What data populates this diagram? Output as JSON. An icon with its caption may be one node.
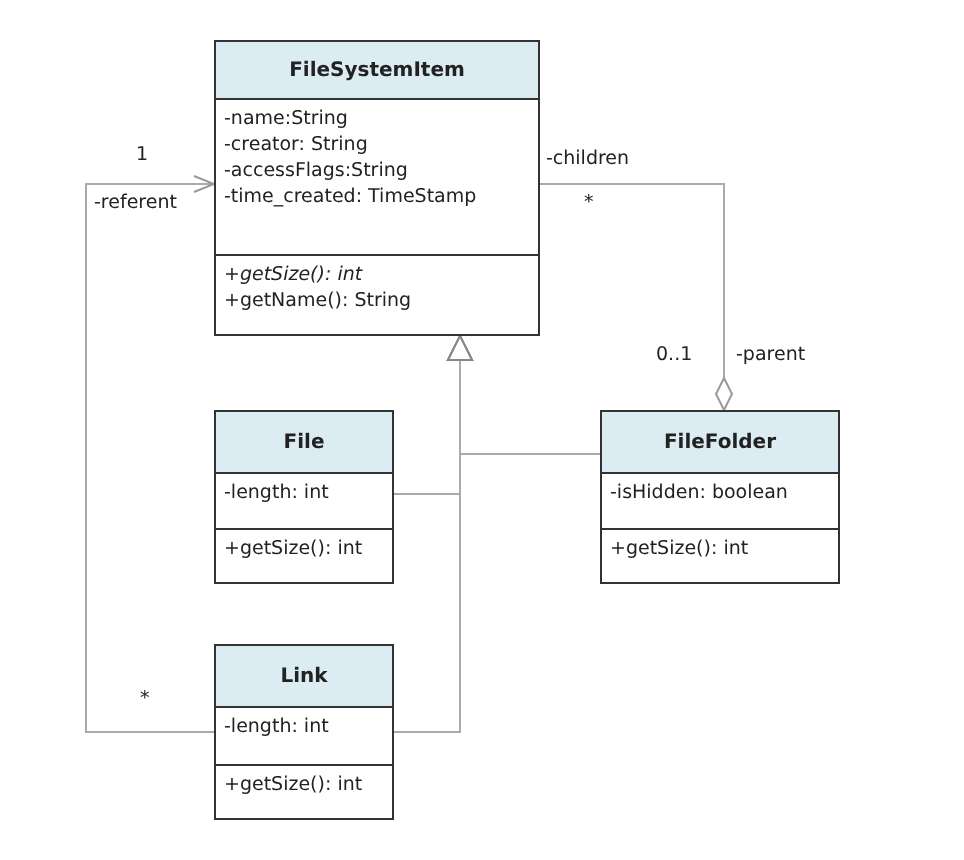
{
  "diagram": {
    "nodes": [
      {
        "text": [
          "FileSystemItem"
        ]
      },
      {
        "text": [
          "-name:String",
          "-creator: String",
          "-accessFlags:String",
          "-time_created: TimeStamp"
        ],
        "in": 0
      },
      {
        "text": [
          "*+getSize(): int*",
          "+getName(): String"
        ],
        "in": 0
      },
      {
        "text": [
          "File"
        ]
      },
      {
        "text": [
          "-length: int"
        ],
        "in": 3
      },
      {
        "text": [
          "+getSize(): int"
        ],
        "in": 3
      },
      {
        "text": [
          "FileFolder"
        ]
      },
      {
        "text": [
          "-isHidden: boolean"
        ],
        "in": 6
      },
      {
        "text": [
          "+getSize(): int"
        ],
        "in": 6
      },
      {
        "text": [
          "Link"
        ]
      },
      {
        "text": [
          "-length: int"
        ],
        "in": 9
      },
      {
        "text": [
          "+getSize(): int"
        ],
        "in": 9
      }
    ],
    "edges": [
      {
        "from": 3,
        "to": 0,
        "arrow": "to"
      },
      {
        "from": 6,
        "to": 0,
        "arrow": "to"
      },
      {
        "from": 9,
        "to": 0,
        "arrow": "to"
      },
      {
        "from": 0,
        "to": 6,
        "arrow": "other"
      },
      {
        "from": 9,
        "to": 0,
        "arrow": "to"
      }
    ],
    "labels": [
      "1",
      "-referent",
      "-children",
      "*",
      "0..1",
      "-parent",
      "*"
    ]
  }
}
